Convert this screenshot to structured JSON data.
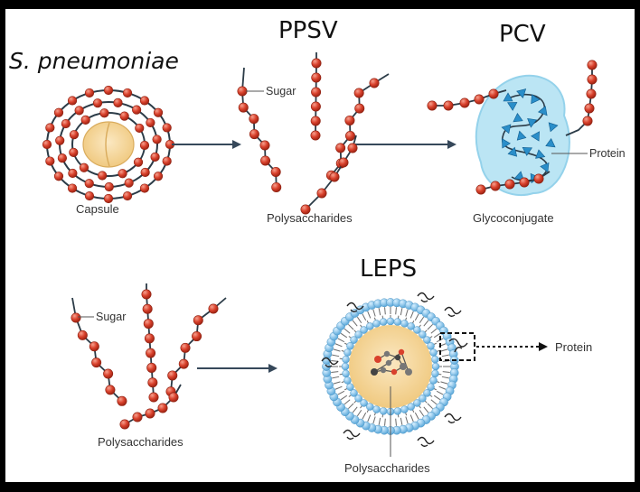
{
  "titles": {
    "organism": "S. pneumoniae",
    "ppsv": "PPSV",
    "pcv": "PCV",
    "leps": "LEPS"
  },
  "labels": {
    "capsule": "Capsule",
    "polysaccharides_top": "Polysaccharides",
    "glycoconjugate": "Glycoconjugate",
    "sugar_top": "Sugar",
    "protein_pcv": "Protein",
    "sugar_bottom": "Sugar",
    "polysaccharides_bottom_left": "Polysaccharides",
    "polysaccharides_leps": "Polysaccharides",
    "protein_leps": "Protein"
  },
  "colors": {
    "frame": "#000000",
    "panel": "#ffffff",
    "sugar_bead": "#d9412c",
    "strand": "#2b3b47",
    "core": "#f6d9a0",
    "protein_blob": "#b8e4f4",
    "protein_triangle": "#2a8ec9",
    "lipid_head": "#8cc8ec",
    "arrow": "#36485a"
  }
}
